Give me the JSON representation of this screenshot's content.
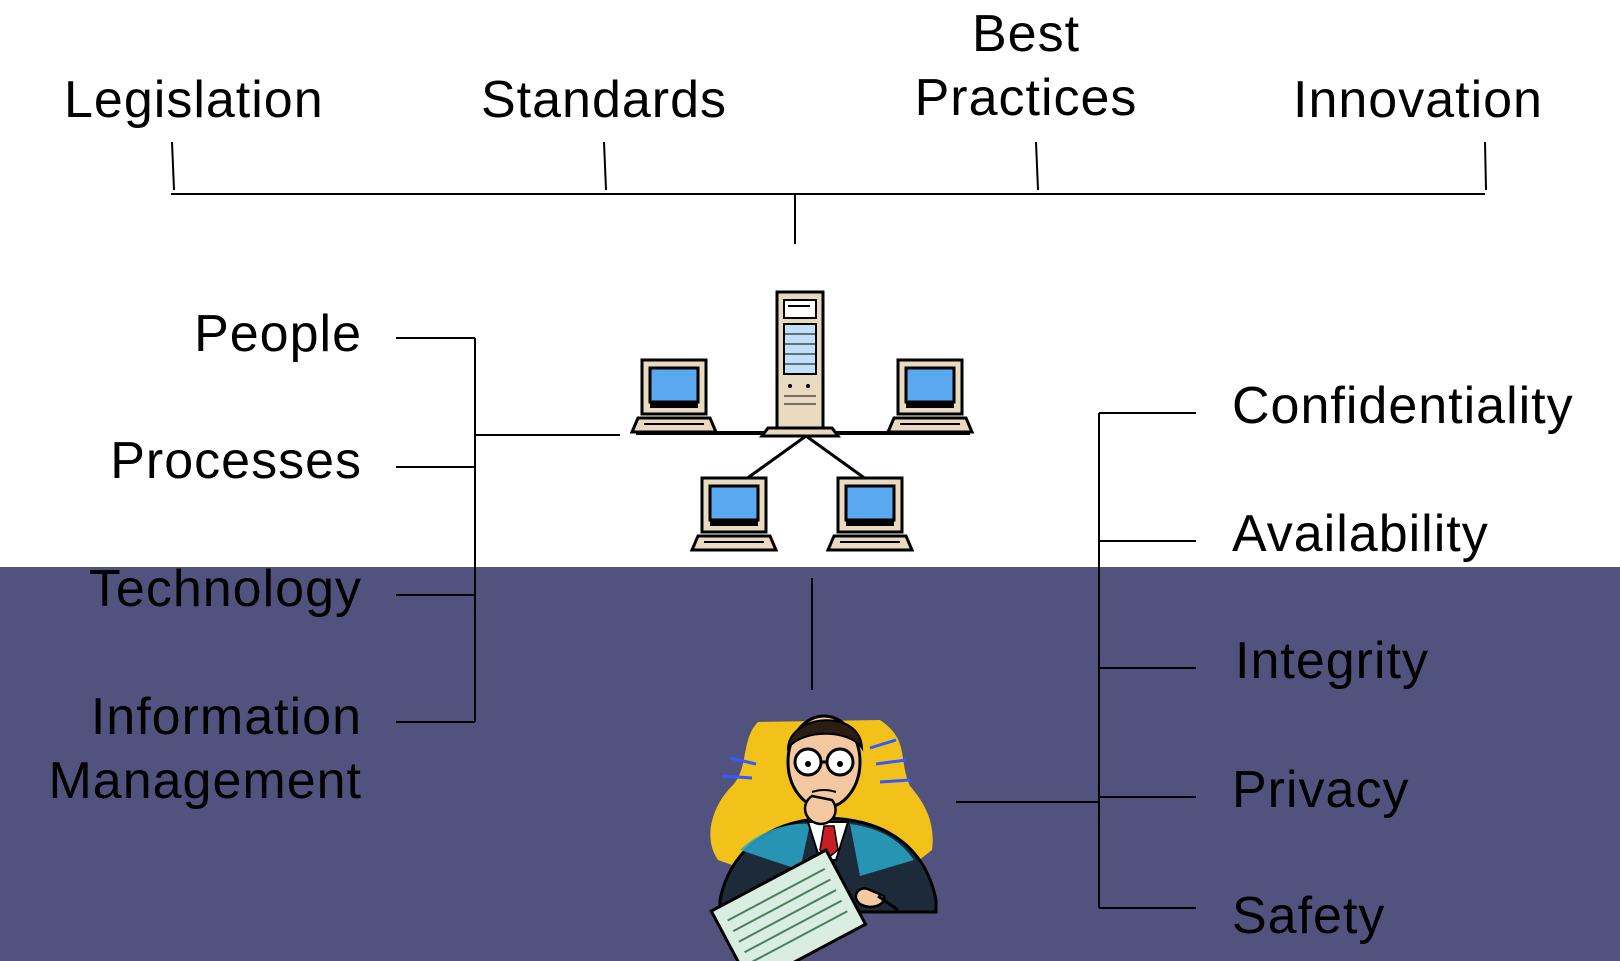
{
  "top_labels": [
    "Legislation",
    "Standards",
    "Best\nPractices",
    "Innovation"
  ],
  "left_labels": [
    "People",
    "Processes",
    "Technology",
    "Information\nManagement"
  ],
  "right_labels": [
    "Confidentiality",
    "Availability",
    "Integrity",
    "Privacy",
    "Safety"
  ],
  "colors": {
    "band": "#52527e",
    "line": "#000000",
    "text": "#000000",
    "screen": "#5aa9f0",
    "halo": "#f2c21a"
  },
  "icons": {
    "network": "computer-network-icon",
    "person": "thinking-person-icon"
  }
}
